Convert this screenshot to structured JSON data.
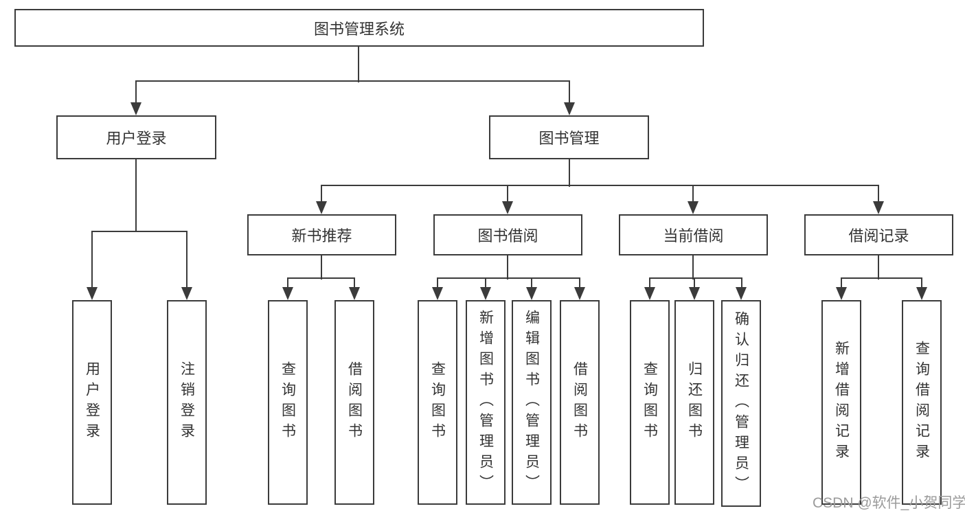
{
  "diagram": {
    "type": "hierarchy-tree",
    "root": {
      "label": "图书管理系统",
      "children": [
        {
          "label": "用户登录",
          "children": [
            {
              "label": "用户登录"
            },
            {
              "label": "注销登录"
            }
          ]
        },
        {
          "label": "图书管理",
          "children": [
            {
              "label": "新书推荐",
              "children": [
                {
                  "label": "查询图书"
                },
                {
                  "label": "借阅图书"
                }
              ]
            },
            {
              "label": "图书借阅",
              "children": [
                {
                  "label": "查询图书"
                },
                {
                  "label": "新增图书（管理员）"
                },
                {
                  "label": "编辑图书（管理员）"
                },
                {
                  "label": "借阅图书"
                }
              ]
            },
            {
              "label": "当前借阅",
              "children": [
                {
                  "label": "查询图书"
                },
                {
                  "label": "归还图书"
                },
                {
                  "label": "确认归还（管理员）"
                }
              ]
            },
            {
              "label": "借阅记录",
              "children": [
                {
                  "label": "新增借阅记录"
                },
                {
                  "label": "查询借阅记录"
                }
              ]
            }
          ]
        }
      ]
    }
  },
  "watermark": {
    "text": "CSDN @软件_小贺同学"
  },
  "colors": {
    "line": "#3b3b3b",
    "box_border": "#3b3b3b",
    "text": "#333333",
    "watermark": "#9b9b9b",
    "background": "#ffffff"
  }
}
